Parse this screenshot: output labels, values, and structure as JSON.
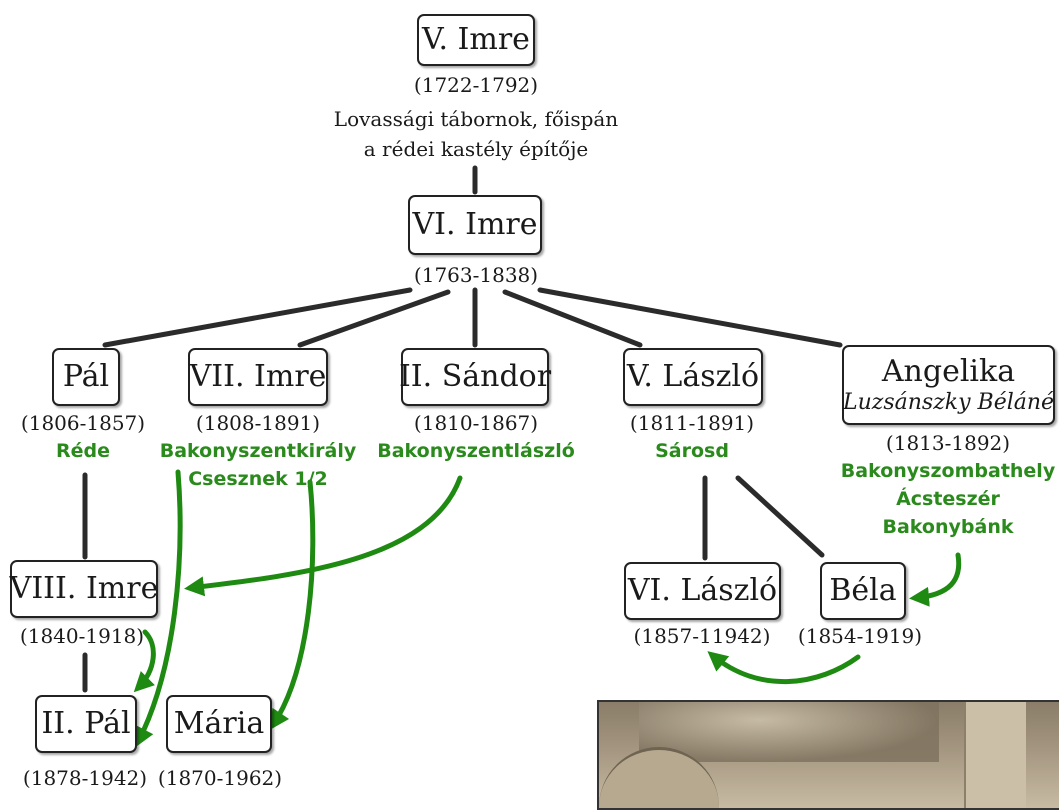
{
  "people": {
    "imre5": {
      "name": "V. Imre",
      "dates": "(1722-1792)",
      "note1": "Lovassági tábornok, főispán",
      "note2": "a rédei kastély építője"
    },
    "imre6": {
      "name": "VI. Imre",
      "dates": "(1763-1838)"
    },
    "pal": {
      "name": "Pál",
      "dates": "(1806-1857)",
      "estate1": "Réde"
    },
    "imre7": {
      "name": "VII. Imre",
      "dates": "(1808-1891)",
      "estate1": "Bakonyszentkirály",
      "estate2": "Csesznek 1/2"
    },
    "sandor2": {
      "name": "II. Sándor",
      "dates": "(1810-1867)",
      "estate1": "Bakonyszentlászló"
    },
    "laszlo5": {
      "name": "V. László",
      "dates": "(1811-1891)",
      "estate1": "Sárosd"
    },
    "angelika": {
      "name": "Angelika",
      "married": "Luzsánszky Béláné",
      "dates": "(1813-1892)",
      "estate1": "Bakonyszombathely",
      "estate2": "Ácsteszér",
      "estate3": "Bakonybánk"
    },
    "imre8": {
      "name": "VIII. Imre",
      "dates": "(1840-1918)"
    },
    "laszlo6": {
      "name": "VI. László",
      "dates": "(1857-11942)"
    },
    "bela": {
      "name": "Béla",
      "dates": "(1854-1919)"
    },
    "pal2": {
      "name": "II. Pál",
      "dates": "(1878-1942)"
    },
    "maria": {
      "name": "Mária",
      "dates": "(1870-1962)"
    }
  },
  "colors": {
    "line": "#2b2b2b",
    "inheritance_arrow": "#1f8a12",
    "estate_text": "#2a8a1c"
  }
}
